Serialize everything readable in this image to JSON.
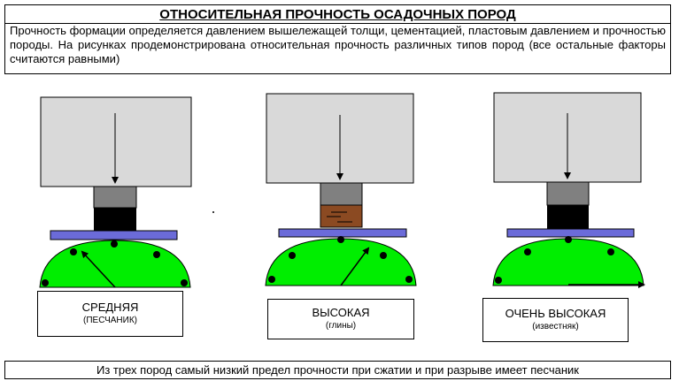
{
  "title": "ОТНОСИТЕЛЬНАЯ ПРОЧНОСТЬ ОСАДОЧНЫХ ПОРОД",
  "intro": "Прочность формации определяется давлением вышележащей толщи, цементацией, пластовым давлением и прочностью породы. На рисунках продемонстрирована относительная прочность различных типов пород (все остальные факторы считаются равными)",
  "panels": [
    {
      "label": "СРЕДНЯЯ",
      "sublabel": "(ПЕСЧАНИК)",
      "sample_fill": "#000000",
      "gauge_level": "medium"
    },
    {
      "label": "ВЫСОКАЯ",
      "sublabel": "(глины)",
      "sample_fill": "#8b4a22",
      "gauge_level": "high"
    },
    {
      "label": "ОЧЕНЬ ВЫСОКАЯ",
      "sublabel": "(известняк)",
      "sample_fill": "#000000",
      "gauge_level": "very high"
    }
  ],
  "footer": "Из трех пород самый низкий предел прочности при сжатии и при разрыве имеет песчаник",
  "colors": {
    "press_block": "#d9d9d9",
    "piston": "#808080",
    "plate": "#6b6bd9",
    "gauge": "#00ee00"
  }
}
